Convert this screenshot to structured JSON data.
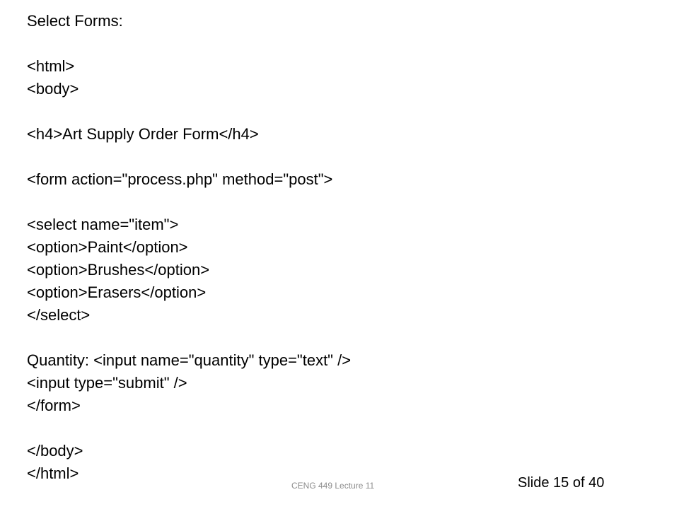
{
  "slide": {
    "lines": [
      "Select Forms:",
      "",
      "<html>",
      "<body>",
      "",
      "<h4>Art Supply Order Form</h4>",
      "",
      "<form action=\"process.php\" method=\"post\">",
      "",
      "<select name=\"item\">",
      "<option>Paint</option>",
      "<option>Brushes</option>",
      "<option>Erasers</option>",
      "</select>",
      "",
      "Quantity: <input name=\"quantity\" type=\"text\" />",
      "<input type=\"submit\" />",
      "</form>",
      "",
      "</body>",
      "</html>"
    ]
  },
  "footer": {
    "course": "CENG 449 Lecture 11",
    "slide_number": "Slide 15 of 40"
  }
}
